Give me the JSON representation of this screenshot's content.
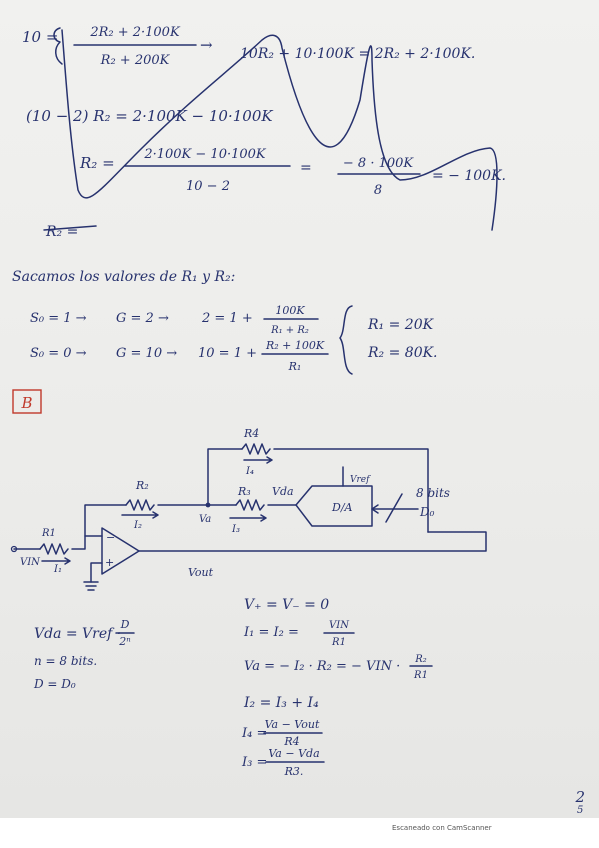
{
  "part_a": {
    "eq1_lhs": "10 =",
    "eq1_num": "2R₂ + 2·100K",
    "eq1_den": "R₂ + 200K",
    "eq1_arrow": "→",
    "eq1_rhs": "10R₂ + 10·100K = 2R₂ + 2·100K.",
    "eq2": "(10 − 2) R₂ = 2·100K − 10·100K",
    "eq3_lhs": "R₂ =",
    "eq3_num": "2·100K − 10·100K",
    "eq3_den": "10 − 2",
    "eq3_mid": "=",
    "eq3_num2": "− 8 · 100K",
    "eq3_den2": "8",
    "eq3_res": "= − 100K.",
    "struck": "R₂ ="
  },
  "values": {
    "heading": "Sacamos los valores de R₁ y R₂:",
    "case1_cond": "S₀ = 1 →",
    "case1_gain": "G = 2 →",
    "case1_eq": "2 = 1 +",
    "case1_num": "100K",
    "case1_den": "R₁ + R₂",
    "case2_cond": "S₀ = 0 →",
    "case2_gain": "G = 10 →",
    "case2_eq": "10 = 1 +",
    "case2_num": "R₂ + 100K",
    "case2_den": "R₁",
    "res_r1": "R₁ = 20K",
    "res_r2": "R₂ = 80K."
  },
  "section_b": {
    "label": "B"
  },
  "circuit": {
    "r4": "R4",
    "i4": "I₄",
    "r2": "R₂",
    "i2": "I₂",
    "r3": "R₃",
    "i3": "I₃",
    "vda": "Vda",
    "va": "Va",
    "vref": "Vref",
    "da": "D/A",
    "bits": "8 bits",
    "d0": "D₀",
    "r1": "R1",
    "vin": "VIN",
    "i1": "I₁",
    "minus": "−",
    "plus": "+",
    "vout": "Vout"
  },
  "notes": {
    "vda_lhs": "Vda = Vref ·",
    "vda_num": "D",
    "vda_den": "2ⁿ",
    "n": "n = 8 bits.",
    "d": "D = D₀"
  },
  "equations": {
    "e1": "V₊ = V₋ = 0",
    "e2_lhs": "I₁ = I₂ =",
    "e2_num": "VIN",
    "e2_den": "R1",
    "e3_lhs": "Va = − I₂ · R₂ = − VIN ·",
    "e3_num": "R₂",
    "e3_den": "R1",
    "e4": "I₂ = I₃ + I₄",
    "e5_lhs": "I₄ =",
    "e5_num": "Va − Vout",
    "e5_den": "R4",
    "e6_lhs": "I₃ =",
    "e6_num": "Va − Vda",
    "e6_den": "R3."
  },
  "page_number": "2",
  "page_sub": "5",
  "footer": "Escaneado con CamScanner"
}
